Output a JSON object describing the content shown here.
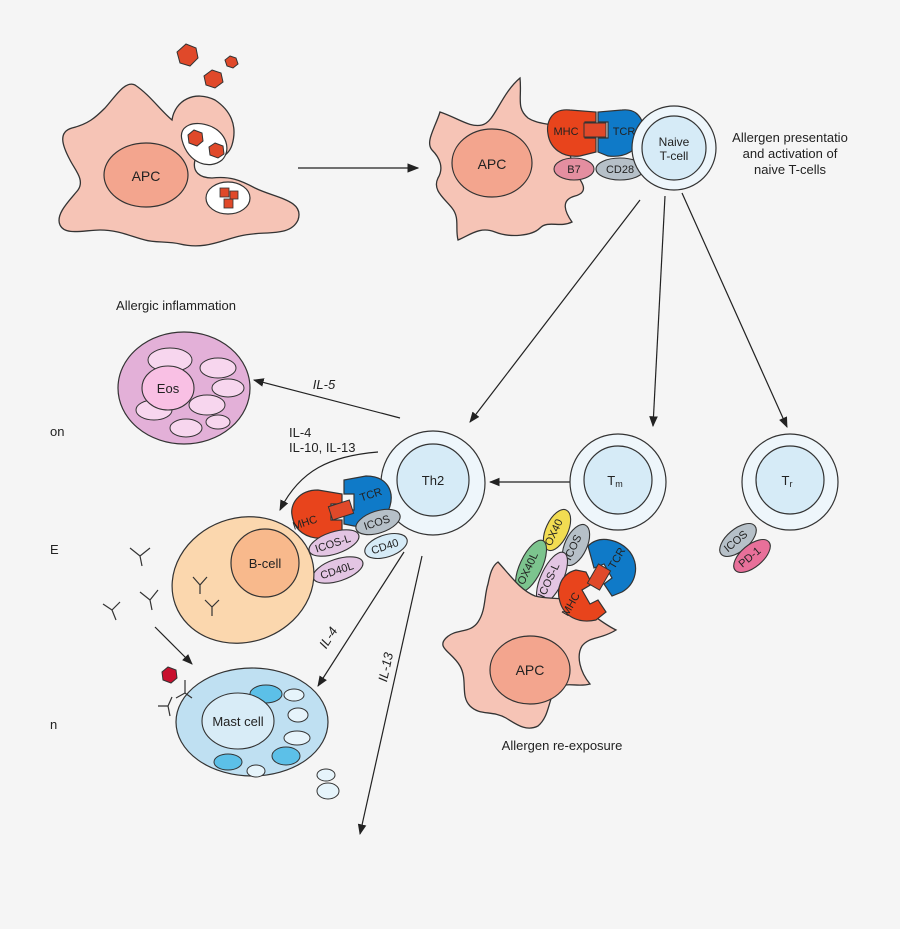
{
  "colors": {
    "background": "#f5f5f5",
    "apc_fill": "#f6c4b6",
    "apc_nucleus": "#f3a58e",
    "allergen": "#e0492a",
    "tcell_fill": "#d6ebf7",
    "tcell_ring": "#eef6fb",
    "mhc": "#e8441c",
    "tcr": "#0f7ac8",
    "b7": "#e48ea0",
    "cd28": "#b6c0c8",
    "eos": "#e3b0d8",
    "bcell": "#fbd7ae",
    "mast": "#bfe0f2",
    "ox40": "#f2dc52",
    "ox40l": "#7cc48e",
    "icosl": "#e3c5e3",
    "pd1": "#e8709a",
    "ige_allergen": "#c8102e"
  },
  "labels": {
    "apc_left": "APC",
    "apc_mid": "APC",
    "apc_bottom": "APC",
    "mhc": "MHC",
    "tcr": "TCR",
    "b7": "B7",
    "cd28": "CD28",
    "naive_line1": "Naive",
    "naive_line2": "T-cell",
    "presentation_line1": "Allergen presentatio",
    "presentation_line2": "and activation of",
    "presentation_line3": "naive T-cells",
    "allergic_inflammation": "Allergic inflammation",
    "eos": "Eos",
    "il5": "IL-5",
    "il4_top": "IL-4",
    "il10_il13": "IL-10, IL-13",
    "th2": "Th2",
    "tm_main": "T",
    "tm_sub": "m",
    "tr_main": "T",
    "tr_sub": "r",
    "icos": "ICOS",
    "icosl": "ICOS-L",
    "cd40": "CD40",
    "cd40l": "CD40L",
    "ox40": "OX40",
    "ox40l": "OX40L",
    "pd1": "PD-1",
    "bcell": "B-cell",
    "mast": "Mast cell",
    "il4_diag": "IL-4",
    "il13_diag": "IL-13",
    "reexposure": "Allergen re-exposure",
    "edge_on": "on",
    "edge_e": "E",
    "edge_n": "n"
  }
}
